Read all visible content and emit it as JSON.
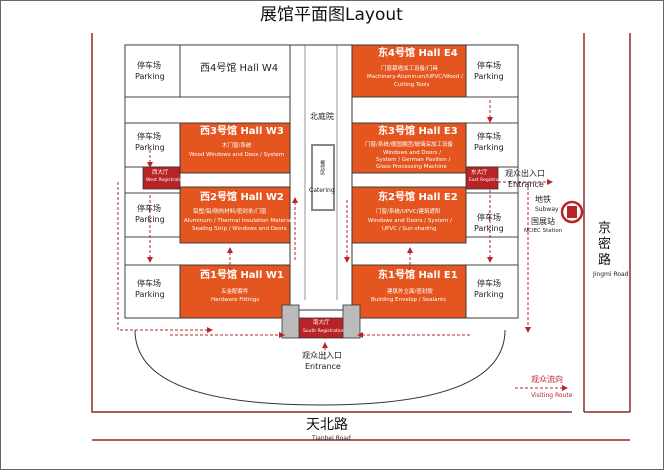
{
  "title": "展馆平面图Layout",
  "halls": {
    "w4": {
      "title": "西4号馆   Hall W4",
      "desc": ""
    },
    "w3": {
      "title": "西3号馆   Hall W3",
      "desc1": "木门窗/系统",
      "desc2": "Wood Windows and Doos / System",
      "desc3": ""
    },
    "w2": {
      "title": "西2号馆   Hall W2",
      "desc1": "铝塑/铝/隔热材料/密封条/门窗",
      "desc2": "Aluminum / Thermal Insulation Materials /",
      "desc3": "Sealing Strip / Windows and Doors"
    },
    "w1": {
      "title": "西1号馆   Hall W1",
      "desc1": "五金配套件",
      "desc2": "Hardware Fittings",
      "desc3": ""
    },
    "e4": {
      "title": "东4号馆   Hall E4",
      "desc1": "门窗幕墙加工设备/门具",
      "desc2": "Machinery-Aluminum/UPVC/Wood /",
      "desc3": "Cutting Tools"
    },
    "e3": {
      "title": "东3号馆   Hall E3",
      "desc1": "门窗/系统/德国展团/玻璃深加工设备",
      "desc2": "Windows and Doors /",
      "desc3": "System / German Pavilion /",
      "desc4": "Glass Processing Machine"
    },
    "e2": {
      "title": "东2号馆   Hall E2",
      "desc1": "门窗/系统/UPVC/建筑遮阳",
      "desc2": "Windows and Doors / System /",
      "desc3": "UPVC / Sun-shading"
    },
    "e1": {
      "title": "东1号馆   Hall E1",
      "desc1": "建筑外立面/密封胶",
      "desc2": "Building Envelop / Sealants",
      "desc3": ""
    }
  },
  "parking": {
    "zh": "停车场",
    "en": "Parking"
  },
  "north_court": "北庭院",
  "catering": {
    "zh": "餐饮区",
    "en": "Catering"
  },
  "west_reg": {
    "zh": "西大厅",
    "en": "West Registration"
  },
  "east_reg": {
    "zh": "东大厅",
    "en": "East Registration"
  },
  "south_reg": {
    "zh": "南大厅",
    "en": "South Registration"
  },
  "entrance_south": {
    "zh": "观众出入口",
    "en": "Entrance"
  },
  "entrance_east": {
    "zh": "观众出入口",
    "en": "Entrance"
  },
  "subway": {
    "zh": "地铁",
    "en": "Subway",
    "station_zh": "国展站",
    "station_en": "NCIEC Station"
  },
  "road_east": {
    "zh1": "京",
    "zh2": "密",
    "zh3": "路",
    "en": "Jingmi Road"
  },
  "road_south": {
    "zh": "天北路",
    "en": "Tianbei Road"
  },
  "legend": {
    "zh": "观众流向",
    "en": "Visiting Route"
  },
  "colors": {
    "hall_orange": "#e4551f",
    "route_red": "#b82426",
    "road_border": "#8a2b2b",
    "text": "#222222"
  }
}
